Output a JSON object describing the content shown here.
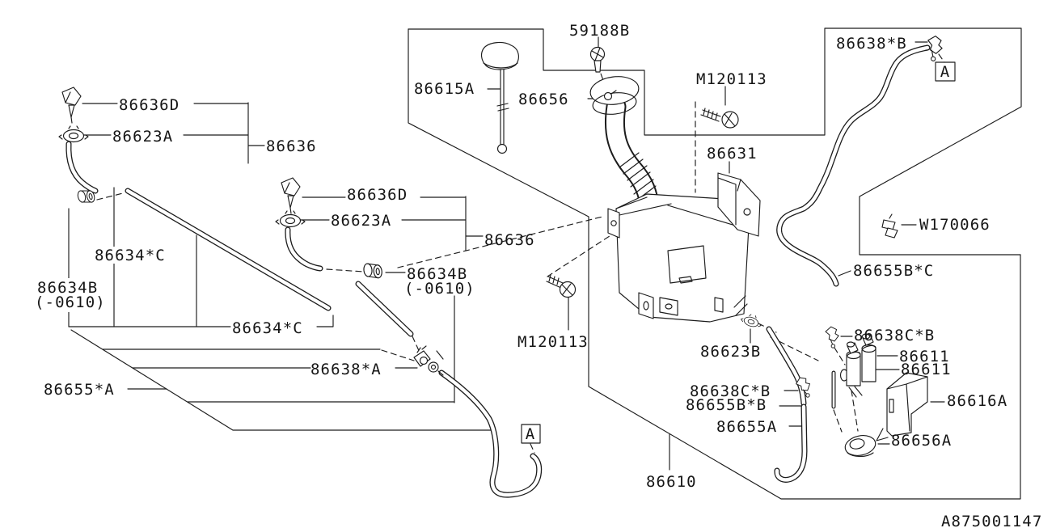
{
  "diagram_id": "A875001147",
  "ref_marker": "A",
  "colors": {
    "background": "#ffffff",
    "line": "#1c1c1c"
  },
  "labels": [
    {
      "part": "59188B"
    },
    {
      "part": "86638*B"
    },
    {
      "part": "86615A"
    },
    {
      "part": "86656"
    },
    {
      "part": "M120113"
    },
    {
      "part": "86631"
    },
    {
      "part": "86636D"
    },
    {
      "part": "86623A"
    },
    {
      "part": "86636"
    },
    {
      "part": "86636D"
    },
    {
      "part": "86623A"
    },
    {
      "part": "86636"
    },
    {
      "part": "W170066"
    },
    {
      "part": "86655B*C"
    },
    {
      "part": "86634*C"
    },
    {
      "part": "86634B",
      "range": "(-0610)"
    },
    {
      "part": "86634B",
      "range": "(-0610)"
    },
    {
      "part": "86634*C"
    },
    {
      "part": "M120113"
    },
    {
      "part": "86623B"
    },
    {
      "part": "86638C*B"
    },
    {
      "part": "86611"
    },
    {
      "part": "86611"
    },
    {
      "part": "86638C*B"
    },
    {
      "part": "86655B*B"
    },
    {
      "part": "86616A"
    },
    {
      "part": "86655A"
    },
    {
      "part": "86656A"
    },
    {
      "part": "86638*A"
    },
    {
      "part": "86655*A"
    },
    {
      "part": "86610"
    }
  ]
}
